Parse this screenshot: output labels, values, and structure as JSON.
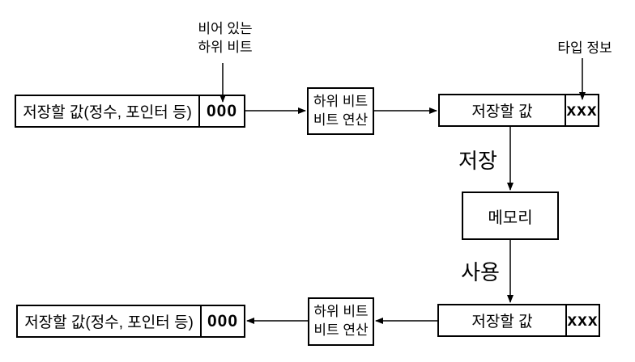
{
  "diagram": {
    "background_color": "#ffffff",
    "stroke_color": "#000000",
    "annotations": {
      "empty_low_bits": {
        "line1": "비어 있는",
        "line2": "하위 비트"
      },
      "type_info": "타입 정보"
    },
    "boxes": {
      "top_left": {
        "label": "저장할 값(정수, 포인터 등)",
        "tag": "000"
      },
      "op_top": {
        "line1": "하위 비트",
        "line2": "비트 연산"
      },
      "top_right": {
        "label": "저장할 값",
        "tag": "xxx"
      },
      "memory": {
        "label": "메모리"
      },
      "bottom_right": {
        "label": "저장할 값",
        "tag": "xxx"
      },
      "op_bottom": {
        "line1": "하위 비트",
        "line2": "비트 연산"
      },
      "bottom_left": {
        "label": "저장할 값(정수, 포인터 등)",
        "tag": "000"
      }
    },
    "edge_labels": {
      "store": "저장",
      "use": "사용"
    }
  }
}
